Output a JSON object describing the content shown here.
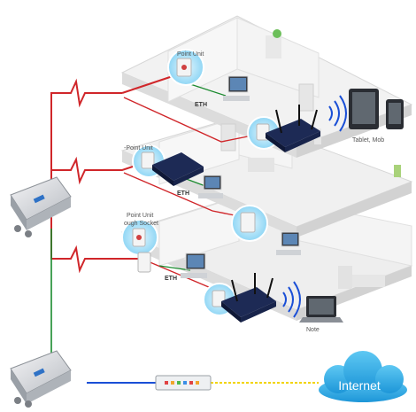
{
  "labels": {
    "point_unit_top": "Point Unit",
    "point_unit_mid": "-Point Unit",
    "point_unit_low": "Point Unit",
    "through_socket": "ough Socket",
    "eth_top": "ETH",
    "eth_mid": "ETH",
    "eth_low": "ETH",
    "tablet": "Tablet, Mob",
    "notebook": "Note",
    "internet": "Internet"
  },
  "colors": {
    "powerline": "#d0262a",
    "ethernet_cable": "#1a4fd6",
    "fiber_cable": "#f2d400",
    "ap_cable": "#1a8a2e",
    "cloud": "#2ba8e8"
  },
  "icons": {
    "outdoor_unit": "outdoor-bridge-icon",
    "router": "wireless-router-icon",
    "adapter": "powerline-adapter-icon",
    "computer": "desktop-computer-icon",
    "switch": "network-switch-icon",
    "cloud": "internet-cloud-icon"
  }
}
